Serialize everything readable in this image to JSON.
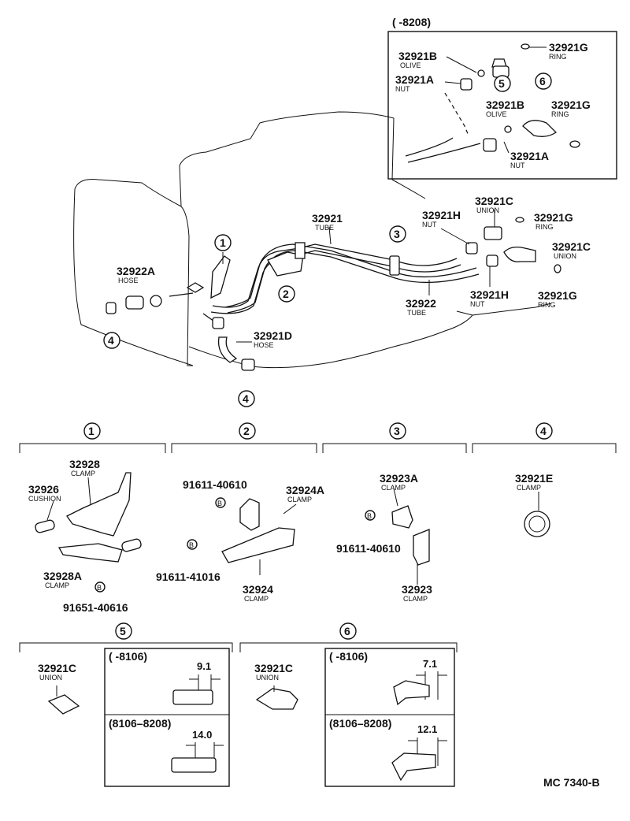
{
  "inset_top": {
    "range": "(        -8208)"
  },
  "parts": [
    {
      "id": "p32921B_a",
      "num": "32921B",
      "name": "OLIVE"
    },
    {
      "id": "p32921A_a",
      "num": "32921A",
      "name": "NUT"
    },
    {
      "id": "p32921G_a",
      "num": "32921G",
      "name": "RING"
    },
    {
      "id": "p32921B_b",
      "num": "32921B",
      "name": "OLIVE"
    },
    {
      "id": "p32921G_b",
      "num": "32921G",
      "name": "RING"
    },
    {
      "id": "p32921A_b",
      "num": "32921A",
      "name": "NUT"
    },
    {
      "id": "p32921",
      "num": "32921",
      "name": "TUBE"
    },
    {
      "id": "p32921C_a",
      "num": "32921C",
      "name": "UNION"
    },
    {
      "id": "p32921H_a",
      "num": "32921H",
      "name": "NUT"
    },
    {
      "id": "p32921G_c",
      "num": "32921G",
      "name": "RING"
    },
    {
      "id": "p32921C_b",
      "num": "32921C",
      "name": "UNION"
    },
    {
      "id": "p32922A",
      "num": "32922A",
      "name": "HOSE"
    },
    {
      "id": "p32921H_b",
      "num": "32921H",
      "name": "NUT"
    },
    {
      "id": "p32922",
      "num": "32922",
      "name": "TUBE"
    },
    {
      "id": "p32921G_d",
      "num": "32921G",
      "name": "RING"
    },
    {
      "id": "p32921D",
      "num": "32921D",
      "name": "HOSE"
    },
    {
      "id": "p32928",
      "num": "32928",
      "name": "CLAMP"
    },
    {
      "id": "p32926",
      "num": "32926",
      "name": "CUSHION"
    },
    {
      "id": "p32928A",
      "num": "32928A",
      "name": "CLAMP"
    },
    {
      "id": "p32924A",
      "num": "32924A",
      "name": "CLAMP"
    },
    {
      "id": "p32924",
      "num": "32924",
      "name": "CLAMP"
    },
    {
      "id": "p32923A",
      "num": "32923A",
      "name": "CLAMP"
    },
    {
      "id": "p32923",
      "num": "32923",
      "name": "CLAMP"
    },
    {
      "id": "p32921E",
      "num": "32921E",
      "name": "CLAMP"
    },
    {
      "id": "p32921C_c",
      "num": "32921C",
      "name": "UNION"
    },
    {
      "id": "p32921C_d",
      "num": "32921C",
      "name": "UNION"
    }
  ],
  "bolts": [
    {
      "id": "b91611_40610_a",
      "num": "91611-40610"
    },
    {
      "id": "b91611_41016",
      "num": "91611-41016"
    },
    {
      "id": "b91651_40616",
      "num": "91651-40616"
    },
    {
      "id": "b91611_40610_b",
      "num": "91611-40610"
    }
  ],
  "bolt_marker": "B",
  "callouts": [
    "1",
    "2",
    "3",
    "4",
    "5",
    "6"
  ],
  "detail5": {
    "variant_a": {
      "range": "(         -8106)",
      "dim": "9.1"
    },
    "variant_b": {
      "range": "(8106–8208)",
      "dim": "14.0"
    }
  },
  "detail6": {
    "variant_a": {
      "range": "(         -8106)",
      "dim": "7.1"
    },
    "variant_b": {
      "range": "(8106–8208)",
      "dim": "12.1"
    }
  },
  "footer_code": "MC 7340-B"
}
